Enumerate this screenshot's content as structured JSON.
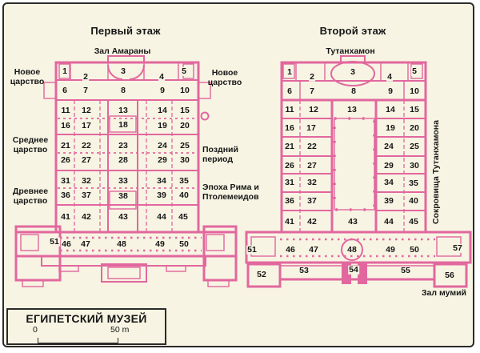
{
  "colors": {
    "background": "#f7f4e3",
    "wall_pink": "#e2679e",
    "text": "#161616",
    "border": "#2b2b2b"
  },
  "floor1": {
    "title": "Первый этаж",
    "hall_label": "Зал Амараны",
    "side_labels": {
      "new_kingdom_left": "Новое\nцарство",
      "new_kingdom_right": "Новое\nцарство",
      "middle_kingdom": "Среднее\nцарство",
      "old_kingdom": "Древнее\nцарство",
      "late_period": "Поздний\nпериод",
      "rome_ptolemy": "Эпоха Рима и\nПтолемеидов"
    },
    "rooms": [
      [
        1,
        69,
        21
      ],
      [
        2,
        95,
        28
      ],
      [
        3,
        142,
        21
      ],
      [
        4,
        190,
        28
      ],
      [
        5,
        218,
        21
      ],
      [
        6,
        69,
        45
      ],
      [
        7,
        95,
        45
      ],
      [
        8,
        142,
        45
      ],
      [
        9,
        191,
        45
      ],
      [
        10,
        219,
        45
      ],
      [
        11,
        70,
        70
      ],
      [
        12,
        96,
        70
      ],
      [
        13,
        142,
        70
      ],
      [
        14,
        191,
        70
      ],
      [
        15,
        219,
        70
      ],
      [
        16,
        70,
        89
      ],
      [
        17,
        96,
        89
      ],
      [
        18,
        142,
        88
      ],
      [
        19,
        191,
        89
      ],
      [
        20,
        219,
        89
      ],
      [
        21,
        70,
        114
      ],
      [
        22,
        96,
        114
      ],
      [
        23,
        142,
        114
      ],
      [
        24,
        191,
        114
      ],
      [
        25,
        219,
        114
      ],
      [
        26,
        70,
        132
      ],
      [
        27,
        96,
        132
      ],
      [
        28,
        142,
        132
      ],
      [
        29,
        191,
        132
      ],
      [
        30,
        219,
        132
      ],
      [
        31,
        70,
        158
      ],
      [
        32,
        96,
        158
      ],
      [
        33,
        142,
        158
      ],
      [
        34,
        190,
        158
      ],
      [
        35,
        218,
        158
      ],
      [
        36,
        70,
        176
      ],
      [
        37,
        96,
        176
      ],
      [
        38,
        142,
        177
      ],
      [
        39,
        190,
        176
      ],
      [
        40,
        218,
        176
      ],
      [
        41,
        70,
        203
      ],
      [
        42,
        96,
        203
      ],
      [
        43,
        142,
        203
      ],
      [
        44,
        190,
        203
      ],
      [
        45,
        217,
        203
      ],
      [
        51,
        56,
        234
      ],
      [
        46,
        71,
        237
      ],
      [
        47,
        95,
        237
      ],
      [
        48,
        140,
        237
      ],
      [
        49,
        188,
        237
      ],
      [
        50,
        218,
        237
      ]
    ]
  },
  "floor2": {
    "title": "Второй этаж",
    "hall_label": "Тутанхамон",
    "side_labels": {
      "treasures": "Сокровища Тутанхамона",
      "mummy_hall": "Зал мумий"
    },
    "rooms": [
      [
        1,
        62,
        22
      ],
      [
        2,
        90,
        28
      ],
      [
        3,
        141,
        22
      ],
      [
        4,
        187,
        28
      ],
      [
        5,
        218,
        21
      ],
      [
        6,
        62,
        46
      ],
      [
        7,
        90,
        46
      ],
      [
        8,
        142,
        46
      ],
      [
        9,
        188,
        46
      ],
      [
        10,
        218,
        46
      ],
      [
        11,
        62,
        69
      ],
      [
        12,
        92,
        69
      ],
      [
        13,
        140,
        69
      ],
      [
        14,
        188,
        69
      ],
      [
        15,
        218,
        69
      ],
      [
        16,
        62,
        92
      ],
      [
        17,
        89,
        92
      ],
      [
        19,
        188,
        92
      ],
      [
        20,
        218,
        92
      ],
      [
        21,
        62,
        115
      ],
      [
        22,
        90,
        115
      ],
      [
        24,
        186,
        115
      ],
      [
        25,
        218,
        115
      ],
      [
        26,
        62,
        139
      ],
      [
        27,
        90,
        139
      ],
      [
        29,
        186,
        139
      ],
      [
        30,
        218,
        139
      ],
      [
        31,
        62,
        160
      ],
      [
        32,
        90,
        160
      ],
      [
        34,
        186,
        160
      ],
      [
        35,
        217,
        161
      ],
      [
        36,
        62,
        183
      ],
      [
        37,
        90,
        183
      ],
      [
        39,
        186,
        183
      ],
      [
        40,
        217,
        183
      ],
      [
        41,
        62,
        209
      ],
      [
        42,
        90,
        209
      ],
      [
        43,
        141,
        209
      ],
      [
        44,
        186,
        209
      ],
      [
        45,
        217,
        209
      ],
      [
        51,
        15,
        244
      ],
      [
        46,
        63,
        244
      ],
      [
        47,
        92,
        244
      ],
      [
        48,
        140,
        244,
        1
      ],
      [
        49,
        188,
        244
      ],
      [
        50,
        218,
        244
      ],
      [
        57,
        272,
        242
      ],
      [
        52,
        27,
        275
      ],
      [
        53,
        80,
        270
      ],
      [
        54,
        142,
        269
      ],
      [
        55,
        207,
        270
      ],
      [
        56,
        262,
        276
      ]
    ]
  },
  "legend": {
    "title": "ЕГИПЕТСКИЙ МУЗЕЙ",
    "scale_start": "0",
    "scale_end": "50 m"
  }
}
